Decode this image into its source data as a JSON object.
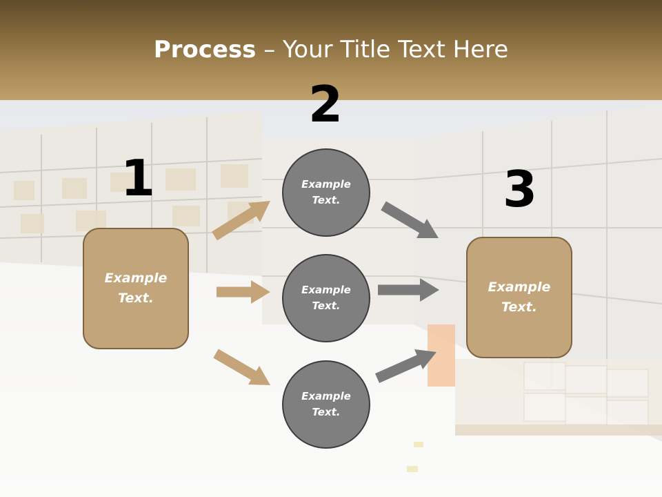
{
  "slide": {
    "title_bold": "Process",
    "title_rest": " – Your Title Text Here"
  },
  "steps": [
    {
      "number": "1",
      "label": "Example\nText."
    },
    {
      "number": "2",
      "circles": [
        {
          "label": "Example\nText."
        },
        {
          "label": "Example\nText."
        },
        {
          "label": "Example\nText."
        }
      ]
    },
    {
      "number": "3",
      "label": "Example\nText."
    }
  ],
  "colors": {
    "title_band": "#a88a57",
    "box_fill": "#c2a57a",
    "circle_fill": "#7f7f7f",
    "arrow_tan": "#c4a478",
    "arrow_gray": "#7a7a7a"
  }
}
